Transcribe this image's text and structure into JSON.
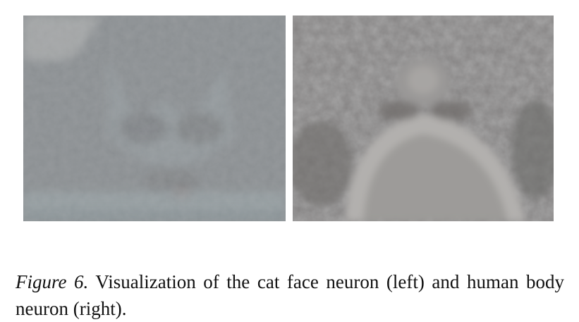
{
  "figure": {
    "panels": [
      {
        "id": "left",
        "subject": "cat face neuron visualization",
        "tone": "#8b8f92"
      },
      {
        "id": "right",
        "subject": "human body neuron visualization",
        "tone": "#858383"
      }
    ],
    "caption": {
      "label": "Figure 6.",
      "text": " Visualization of the cat face neuron (left) and human body neuron (right)."
    }
  }
}
